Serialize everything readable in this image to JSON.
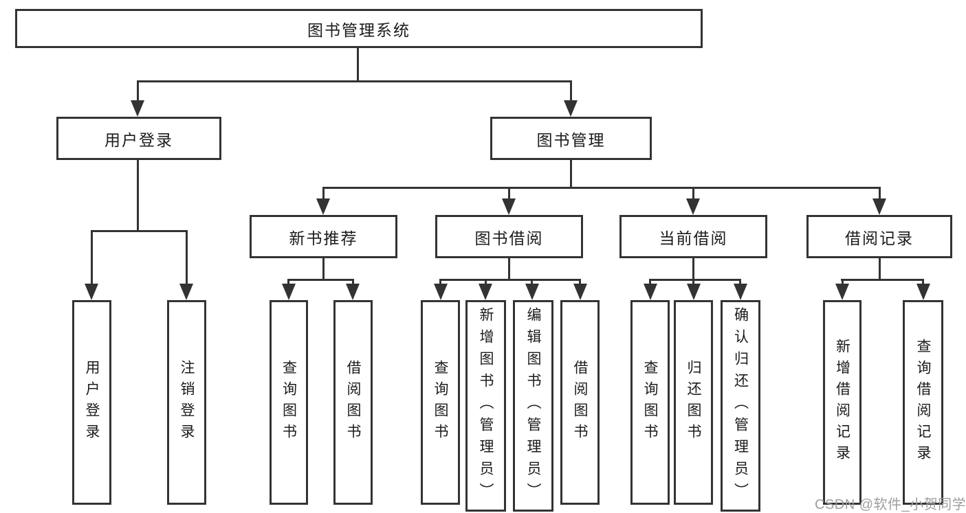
{
  "colors": {
    "line": "#333333",
    "text": "#1b1b1b",
    "background": "#ffffff",
    "watermark": "#9e9e9e"
  },
  "diagram": {
    "root": {
      "label": "图书管理系统"
    },
    "user_login": {
      "label": "用户登录",
      "children": [
        "用户登录",
        "注销登录"
      ]
    },
    "book_management": {
      "label": "图书管理",
      "children": [
        {
          "label": "新书推荐",
          "children": [
            "查询图书",
            "借阅图书"
          ]
        },
        {
          "label": "图书借阅",
          "children": [
            "查询图书",
            "新增图书（管理员）",
            "编辑图书（管理员）",
            "借阅图书"
          ]
        },
        {
          "label": "当前借阅",
          "children": [
            "查询图书",
            "归还图书",
            "确认归还（管理员）"
          ]
        },
        {
          "label": "借阅记录",
          "children": [
            "新增借阅记录",
            "查询借阅记录"
          ]
        }
      ]
    }
  },
  "watermark": "CSDN @软件_小贺同学"
}
